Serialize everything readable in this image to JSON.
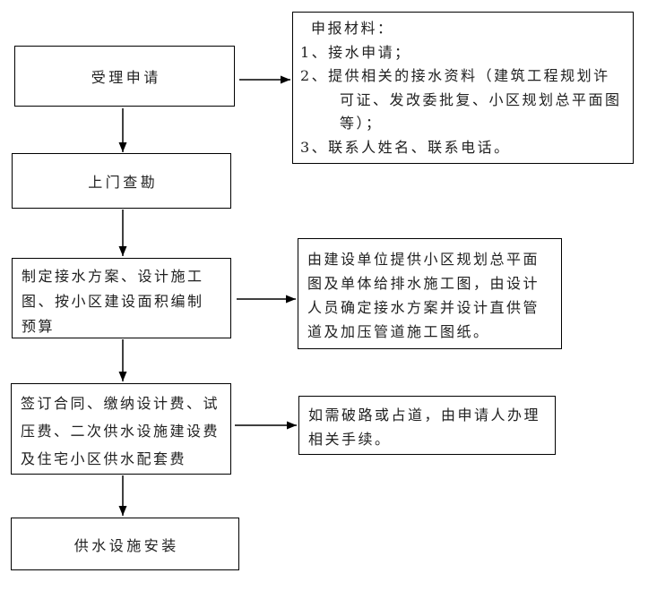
{
  "flowchart": {
    "steps": [
      {
        "label": "受理申请"
      },
      {
        "label": "上门查勘"
      },
      {
        "lines": [
          "制定接水方案、设计施工",
          "图、按小区建设面积编制",
          "预算"
        ]
      },
      {
        "lines": [
          "签订合同、缴纳设计费、试",
          "压费、二次供水设施建设费",
          "及住宅小区供水配套费"
        ]
      },
      {
        "label": "供水设施安装"
      }
    ],
    "notes": [
      {
        "header": "申报材料：",
        "items": [
          {
            "lines": [
              "1、接水申请；"
            ]
          },
          {
            "lines": [
              "2、提供相关的接水资料（建筑工程规划许",
              "可证、发改委批复、小区规划总平面图",
              "等）；"
            ]
          },
          {
            "lines": [
              "3、联系人姓名、联系电话。"
            ]
          }
        ]
      },
      {
        "lines": [
          "由建设单位提供小区规划总平面",
          "图及单体给排水施工图，由设计",
          "人员确定接水方案并设计直供管",
          "道及加压管道施工图纸。"
        ]
      },
      {
        "lines": [
          "如需破路或占道，由申请人办理",
          "相关手续。"
        ]
      }
    ],
    "colors": {
      "border": "#000000",
      "text": "#212121",
      "background": "#ffffff"
    }
  }
}
